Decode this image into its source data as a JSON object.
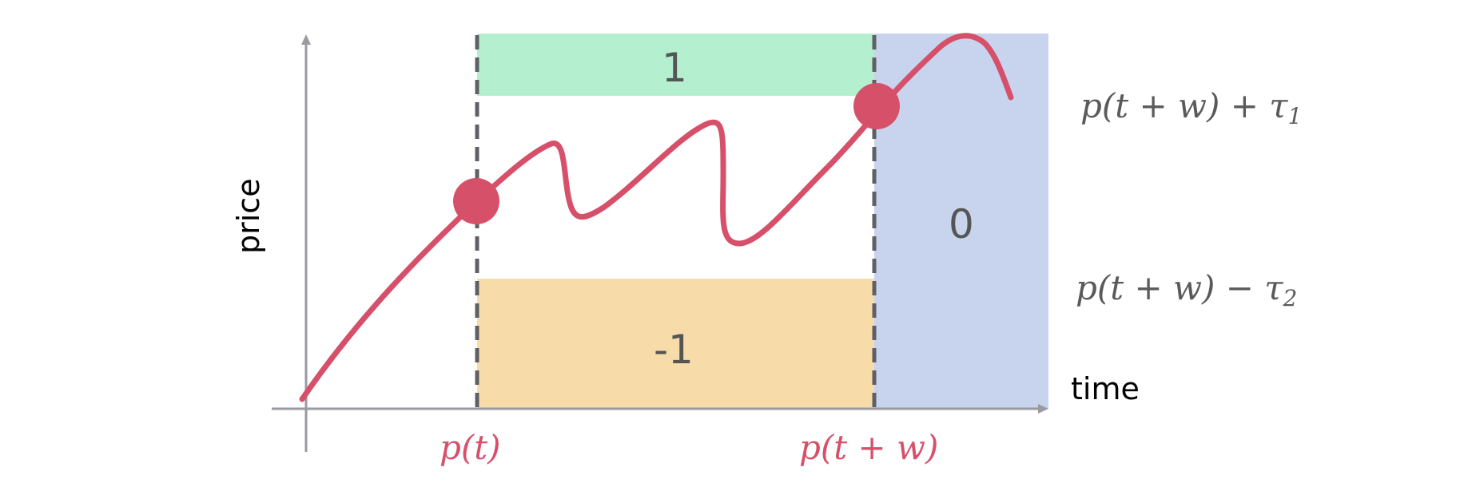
{
  "labels": {
    "y_axis": "price",
    "x_axis": "time",
    "zone_up": "1",
    "zone_down": "-1",
    "zone_after": "0"
  },
  "equations": {
    "upper": {
      "base": "p(t + w) + τ",
      "sub": "1"
    },
    "lower": {
      "base": "p(t + w) − τ",
      "sub": "2"
    }
  },
  "markers": {
    "start": "p(t)",
    "end": "p(t + w)"
  },
  "colors": {
    "curve": "#d6506a",
    "zone_up": "#b4efd0",
    "zone_down": "#f7dcaa",
    "zone_after": "#c8d4ee",
    "axis": "#9a9aa2",
    "dashed": "#5f5f66"
  }
}
